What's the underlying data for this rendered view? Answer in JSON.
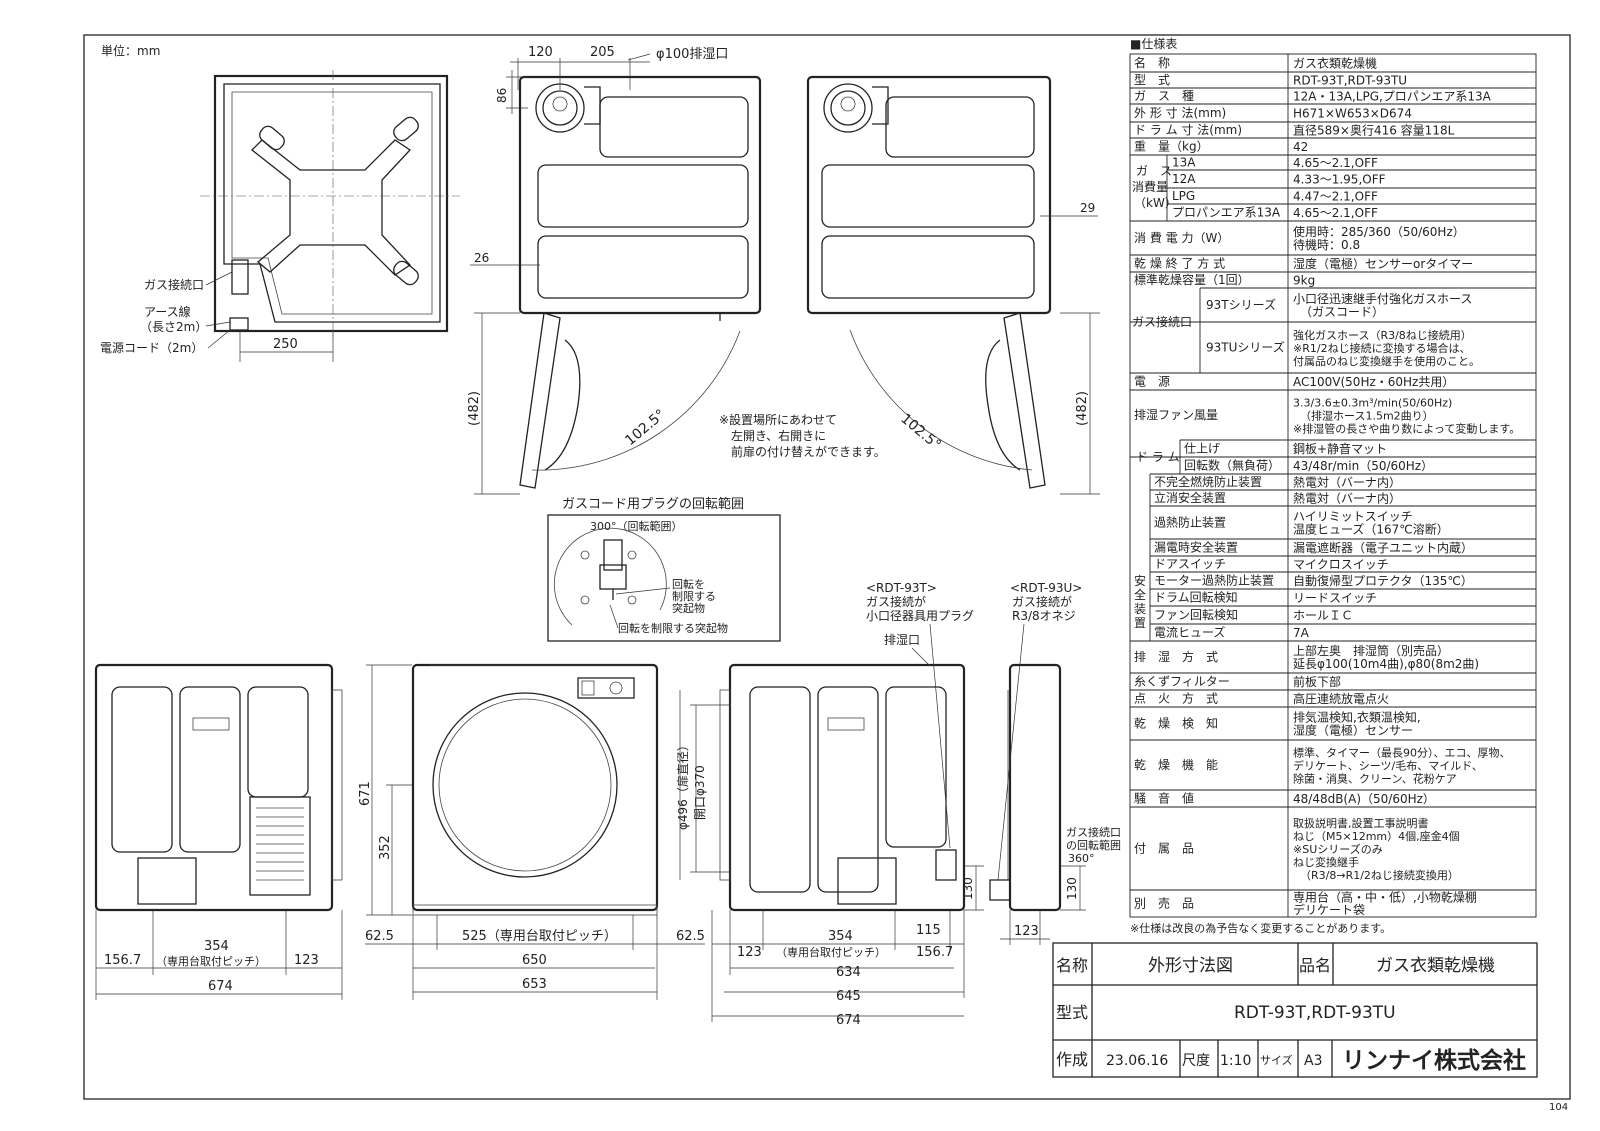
{
  "unit_label": "単位：mm",
  "page_number": "104",
  "notes": {
    "door_swap": [
      "※設置場所にあわせて",
      "左開き、右開きに",
      "前扉の付け替えができます。"
    ],
    "plug_range_title": "ガスコード用プラグの回転範囲",
    "plug_range_angle": "300°（回転範囲）",
    "plug_rotate_label": [
      "回転を",
      "制限する",
      "突起物"
    ],
    "plug_rotate_bottom": "回転を制限する突起物",
    "rdt93t": [
      "<RDT-93T>",
      "ガス接続が",
      "小口径器具用プラグ"
    ],
    "rdt93u": [
      "<RDT-93U>",
      "ガス接続が",
      "R3/8オネジ"
    ],
    "exhaust_port": "排湿口",
    "gas_port_360": [
      "ガス接続口",
      "の回転範囲",
      "360°"
    ],
    "gas_inlet": "ガス接続口",
    "earth": [
      "アース線",
      "（長さ2m）"
    ],
    "power_cord": "電源コード（2m）",
    "duct": "φ100排湿口",
    "door_dia": "φ496（扉直径）",
    "door_open": "開口φ370"
  },
  "dimensions": {
    "top_120": "120",
    "top_205": "205",
    "h_86": "86",
    "w_29": "29",
    "w_26": "26",
    "d_250": "250",
    "d_482_left": "(482)",
    "d_482_right": "(482)",
    "angle_left": "102.5°",
    "angle_right": "102.5°",
    "h_671": "671",
    "h_352": "352",
    "h_130a": "130",
    "h_130b": "130",
    "h_370": "370",
    "b_156_7a": "156.7",
    "b_354a": "354",
    "b_pitch_a": "（専用台取付ピッチ）",
    "b_123a": "123",
    "b_674a": "674",
    "b_62_5a": "62.5",
    "b_525": "525（専用台取付ピッチ）",
    "b_62_5b": "62.5",
    "b_650": "650",
    "b_653": "653",
    "b_123b": "123",
    "b_354b": "354",
    "b_pitch_b": "（専用台取付ピッチ）",
    "b_115": "115",
    "b_156_7b": "156.7",
    "b_634": "634",
    "b_645": "645",
    "b_674b": "674",
    "b_123c": "123"
  },
  "spec": {
    "heading": "■仕様表",
    "rows": [
      {
        "l": "名　称",
        "v": [
          "ガス衣類乾燥機"
        ]
      },
      {
        "l": "型　式",
        "v": [
          "RDT-93T,RDT-93TU"
        ]
      },
      {
        "l": "ガ　ス　種",
        "v": [
          "12A・13A,LPG,プロパンエア系13A"
        ]
      },
      {
        "l": "外 形 寸 法(mm)",
        "v": [
          "H671×W653×D674"
        ]
      },
      {
        "l": "ド ラ ム 寸 法(mm)",
        "v": [
          "直径589×奥行416 容量118L"
        ]
      },
      {
        "l": "重　量（kg）",
        "v": [
          "42"
        ]
      },
      {
        "l": "13A",
        "v": [
          "4.65～2.1,OFF"
        ]
      },
      {
        "l": "12A",
        "v": [
          "4.33～1.95,OFF"
        ]
      },
      {
        "l": "LPG",
        "v": [
          "4.47～2.1,OFF"
        ]
      },
      {
        "l": "プロパンエア系13A",
        "v": [
          "4.65～2.1,OFF"
        ]
      },
      {
        "l": "消 費 電 力（W）",
        "v": [
          "使用時：285/360（50/60Hz）",
          "待機時：0.8"
        ]
      },
      {
        "l": "乾 燥 終 了 方 式",
        "v": [
          "湿度（電極）センサーorタイマー"
        ]
      },
      {
        "l": "標準乾燥容量（1回）",
        "v": [
          "9kg"
        ]
      },
      {
        "l": "93Tシリーズ",
        "v": [
          "小口径迅速継手付強化ガスホース",
          "（ガスコード）"
        ]
      },
      {
        "l": "93TUシリーズ",
        "v": [
          "強化ガスホース（R3/8ねじ接続用）",
          "※R1/2ねじ接続に変換する場合は、",
          "付属品のねじ変換継手を使用のこと。"
        ]
      },
      {
        "l": "電　源",
        "v": [
          "AC100V(50Hz・60Hz共用）"
        ]
      },
      {
        "l": "排湿ファン風量",
        "v": [
          "3.3/3.6±0.3m³/min(50/60Hz)",
          "（排湿ホース1.5m2曲り）",
          "※排湿管の長さや曲り数によって変動します。"
        ]
      },
      {
        "l": "仕上げ",
        "v": [
          "鋼板+静音マット"
        ]
      },
      {
        "l": "回転数（無負荷）",
        "v": [
          "43/48r/min（50/60Hz）"
        ]
      },
      {
        "l": "不完全燃焼防止装置",
        "v": [
          "熱電対（バーナ内）"
        ]
      },
      {
        "l": "立消安全装置",
        "v": [
          "熱電対（バーナ内）"
        ]
      },
      {
        "l": "過熱防止装置",
        "v": [
          "ハイリミットスイッチ",
          "温度ヒューズ（167℃溶断）"
        ]
      },
      {
        "l": "漏電時安全装置",
        "v": [
          "漏電遮断器（電子ユニット内蔵）"
        ]
      },
      {
        "l": "ドアスイッチ",
        "v": [
          "マイクロスイッチ"
        ]
      },
      {
        "l": "モーター過熱防止装置",
        "v": [
          "自動復帰型プロテクタ（135℃）"
        ]
      },
      {
        "l": "ドラム回転検知",
        "v": [
          "リードスイッチ"
        ]
      },
      {
        "l": "ファン回転検知",
        "v": [
          "ホールＩＣ"
        ]
      },
      {
        "l": "電流ヒューズ",
        "v": [
          "7A"
        ]
      },
      {
        "l": "排　湿　方　式",
        "v": [
          "上部左奥　排湿筒（別売品）",
          "延長φ100(10m4曲),φ80(8m2曲)"
        ]
      },
      {
        "l": "糸くずフィルター",
        "v": [
          "前板下部"
        ]
      },
      {
        "l": "点　火　方　式",
        "v": [
          "高圧連続放電点火"
        ]
      },
      {
        "l": "乾　燥　検　知",
        "v": [
          "排気温検知,衣類温検知,",
          "湿度（電極）センサー"
        ]
      },
      {
        "l": "乾　燥　機　能",
        "v": [
          "標準、タイマー（最長90分）、エコ、厚物、",
          "デリケート、シーツ/毛布、マイルド、",
          "除菌・消臭、クリーン、花粉ケア"
        ]
      },
      {
        "l": "騒　音　値",
        "v": [
          "48/48dB(A)（50/60Hz）"
        ]
      },
      {
        "l": "付　属　品",
        "v": [
          "取扱説明書,設置工事説明書",
          "ねじ（M5×12mm）4個,座金4個",
          "※SUシリーズのみ",
          "ねじ変換継手",
          "（R3/8→R1/2ねじ接続変換用）"
        ]
      },
      {
        "l": "別　売　品",
        "v": [
          "専用台（高・中・低）,小物乾燥棚",
          "デリケート袋"
        ]
      }
    ],
    "group_gas_consumption": [
      "ガ　ス",
      "消費量",
      "（kW）"
    ],
    "group_gas_connection": "ガス接続口",
    "group_drum": "ド ラ ム",
    "group_safety": [
      "安",
      "全",
      "装",
      "置"
    ],
    "footnote": "※仕様は改良の為予告なく変更することがあります。"
  },
  "title_block": {
    "name_label": "名称",
    "name_value": "外形寸法図",
    "product_label": "品名",
    "product_value": "ガス衣類乾燥機",
    "model_label": "型式",
    "model_value": "RDT-93T,RDT-93TU",
    "created_label": "作成",
    "created_value": "23.06.16",
    "scale_label": "尺度",
    "scale_value": "1:10",
    "size_label": "サイズ",
    "size_value": "A3",
    "company": "リンナイ株式会社"
  }
}
